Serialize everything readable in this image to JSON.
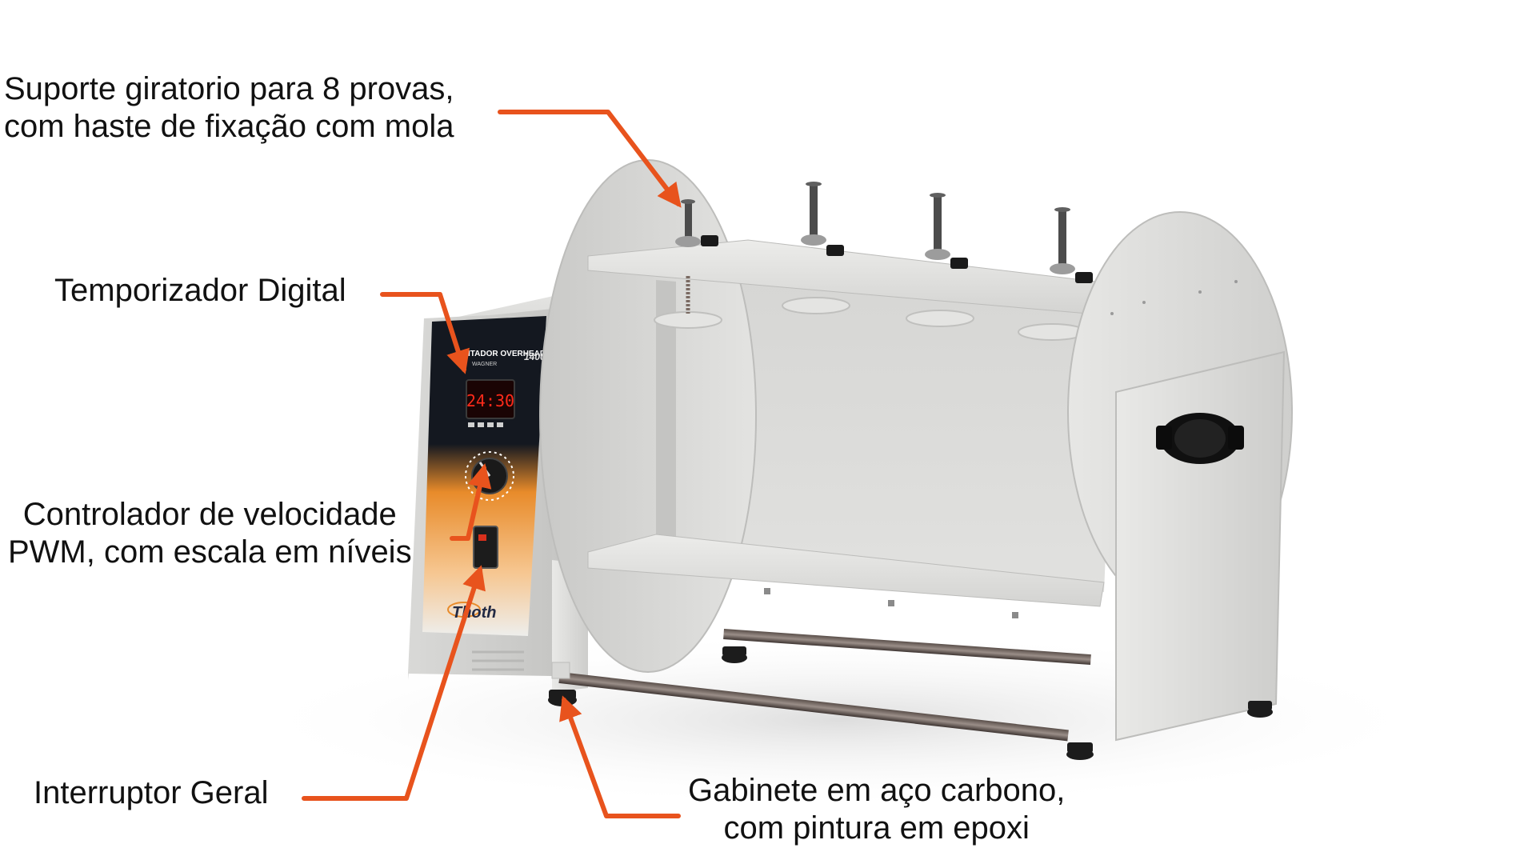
{
  "callouts": {
    "suporte": {
      "line1": "Suporte giratorio para 8 provas,",
      "line2": "com haste de fixação com mola"
    },
    "temporizador": {
      "line1": "Temporizador Digital"
    },
    "controlador": {
      "line1": "Controlador de velocidade",
      "line2": "PWM, com escala em níveis"
    },
    "interruptor": {
      "line1": "Interruptor Geral"
    },
    "gabinete": {
      "line1": "Gabinete em aço carbono,",
      "line2": "com pintura em epoxi"
    }
  },
  "device": {
    "display_time": "24:30",
    "panel_title": "AGITADOR OVERHEAD",
    "panel_subtitle": "WAGNER",
    "model_number": "1400",
    "brand": "Thoth"
  },
  "colors": {
    "arrow": "#e8531d",
    "display_digits": "#ff2a1a",
    "panel_dark": "#141820",
    "panel_orange": "#f29a3a",
    "metal": "#d8d8d6"
  }
}
